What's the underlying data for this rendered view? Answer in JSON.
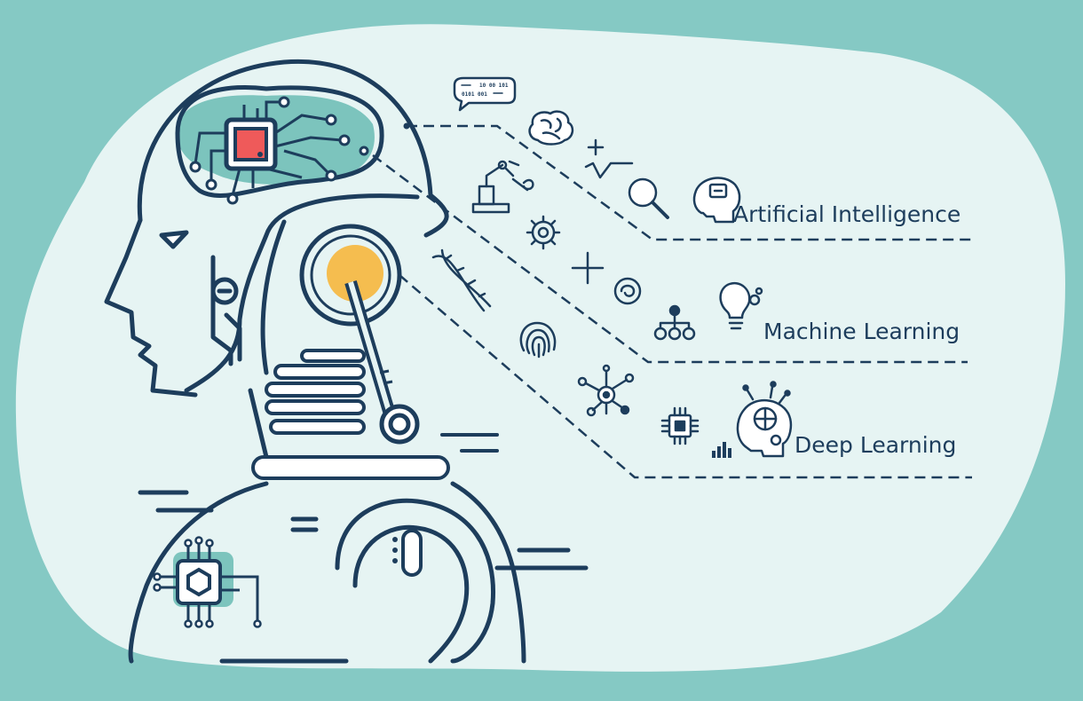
{
  "labels": {
    "ai": "Artificial Intelligence",
    "ml": "Machine Learning",
    "dl": "Deep Learning"
  },
  "bubble": {
    "line1": "10 00 101",
    "line2": "0101 001"
  },
  "colors": {
    "background": "#85c9c4",
    "blob": "#e6f4f3",
    "outline": "#1d3d5c",
    "accent_teal": "#7cc4bd",
    "chip_red": "#ef5a5a",
    "joint_yellow": "#f5bd4f"
  },
  "icons": [
    "speech-bubble-icon",
    "brain-icon",
    "plus-icon",
    "square-root-icon",
    "binary-magnifier-icon",
    "ai-head-icon",
    "robot-arm-icon",
    "wrench-icon",
    "gear-icon",
    "spiral-icon",
    "hierarchy-icon",
    "lightbulb-gear-icon",
    "dna-icon",
    "fingerprint-icon",
    "network-icon",
    "chip-icon",
    "bar-chart-icon",
    "deep-head-icon"
  ]
}
